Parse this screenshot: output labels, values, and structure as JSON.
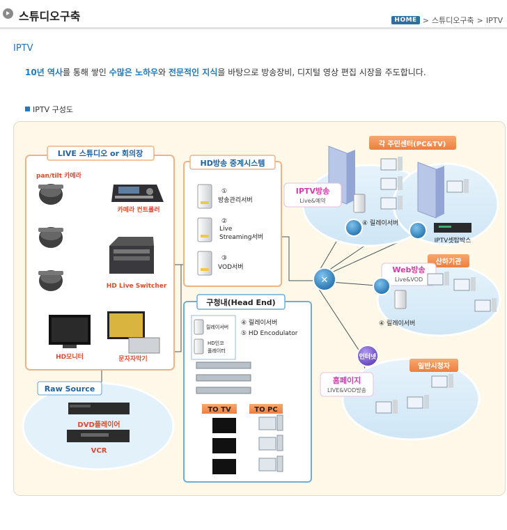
{
  "header": {
    "title": "스튜디오구축",
    "breadcrumb": {
      "home": "HOME",
      "sep": ">",
      "item1": "스튜디오구축",
      "item2": "IPTV"
    }
  },
  "section_title": "IPTV",
  "intro": {
    "p1": "10년 역사",
    "p2": "를 통해 쌓인 ",
    "p3": "수많은 노하우",
    "p4": "와 ",
    "p5": "전문적인 지식",
    "p6": "을 바탕으로 방송장비, 디지털 영상 편집 시장을 주도합니다."
  },
  "subhead": "IPTV 구성도",
  "diagram": {
    "live_studio": {
      "title": "LIVE 스튜디오 or 회의장",
      "pan_tilt": "pan/tilt 카메라",
      "camera_controller": "카메라 컨트롤러",
      "hd_switcher": "HD Live Switcher",
      "hd_monitor": "HD모니터",
      "caption_gen": "문자자막기"
    },
    "raw_source": {
      "title": "Raw Source",
      "dvd": "DVD플레이어",
      "vcr": "VCR"
    },
    "hd_relay": {
      "title": "HD방송 중계시스템",
      "s1_num": "①",
      "s1_label": "방송관리서버",
      "s2_num": "②",
      "s2_label1": "Live",
      "s2_label2": "Streaming서버",
      "s3_num": "③",
      "s3_label": "VOD서버"
    },
    "head_end": {
      "title": "구청내(Head End)",
      "relay_server": "릴레이서버",
      "hd_encoder_1": "HD인코",
      "hd_encoder_2": "플레이터",
      "legend4": "④ 릴레이서버",
      "legend5": "⑤ HD Encodulator",
      "to_tv": "TO TV",
      "to_pc": "TO PC"
    },
    "resident_center": {
      "title": "각 주민센터(PC&TV)",
      "iptv_label": "IPTV방송",
      "iptv_sub": "Live&예약",
      "relay": "④ 릴레이서버",
      "settop": "IPTV셋탑박스"
    },
    "agency": {
      "title": "산하기관",
      "web_label": "Web방송",
      "web_sub": "Live&VOD",
      "relay": "④ 릴레이서버"
    },
    "public": {
      "title": "일반시청자",
      "home_label": "홈페이지",
      "home_sub": "LIVE&VOD방송",
      "internet": "인터넷"
    }
  },
  "colors": {
    "accent_blue": "#1f7bbf",
    "orange": "#f08a4b",
    "magenta": "#d43aa8",
    "panel_bg": "#fdf8e8"
  }
}
